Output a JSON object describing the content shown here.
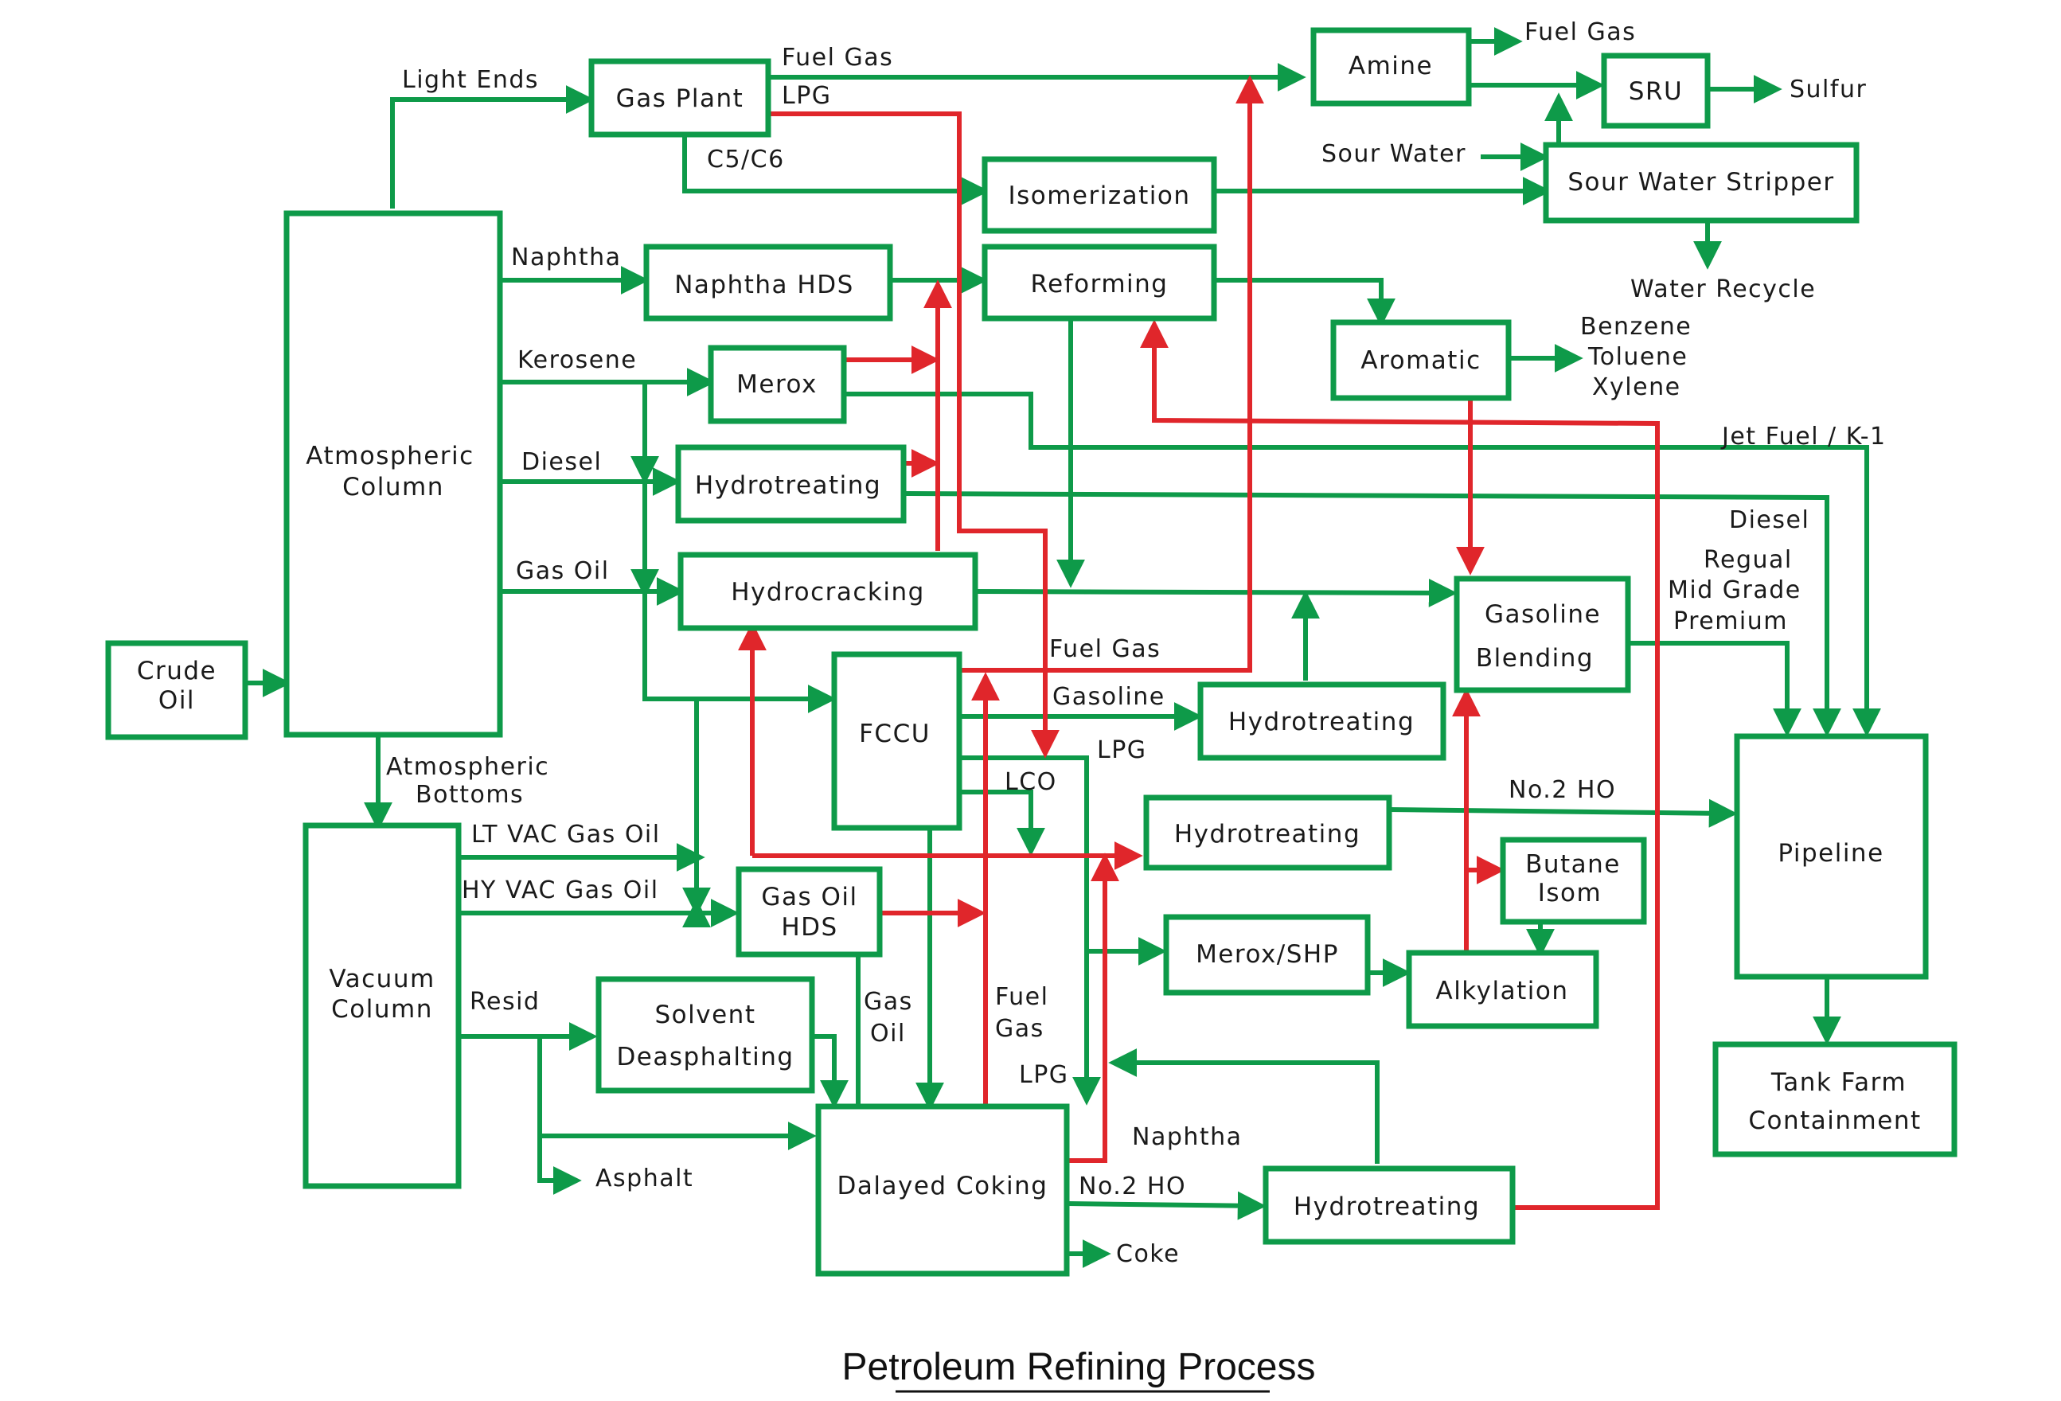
{
  "title": "Petroleum Refining Process",
  "colors": {
    "stream": "#0e9a49",
    "hydrogen": "#e0262b"
  },
  "boxes": {
    "crude_oil": [
      "Crude",
      "Oil"
    ],
    "atmospheric_column": [
      "Atmospheric",
      "Column"
    ],
    "vacuum_column": [
      "Vacuum",
      "Column"
    ],
    "gas_plant": [
      "Gas Plant"
    ],
    "amine": [
      "Amine"
    ],
    "sru": [
      "SRU"
    ],
    "sour_water_stripper": [
      "Sour Water Stripper"
    ],
    "isomerization": [
      "Isomerization"
    ],
    "naphtha_hds": [
      "Naphtha HDS"
    ],
    "reforming": [
      "Reforming"
    ],
    "aromatic": [
      "Aromatic"
    ],
    "merox": [
      "Merox"
    ],
    "hydrotreating_diesel": [
      "Hydrotreating"
    ],
    "hydrocracking": [
      "Hydrocracking"
    ],
    "fccu": [
      "FCCU"
    ],
    "hydrotreating_gasoline": [
      "Hydrotreating"
    ],
    "gasoline_blending": [
      "Gasoline",
      "Blending"
    ],
    "hydrotreating_lco": [
      "Hydrotreating"
    ],
    "gas_oil_hds": [
      "Gas Oil",
      "HDS"
    ],
    "butane_isom": [
      "Butane",
      "Isom"
    ],
    "merox_shp": [
      "Merox/SHP"
    ],
    "alkylation": [
      "Alkylation"
    ],
    "solvent_deasphalting": [
      "Solvent",
      "Deasphalting"
    ],
    "delayed_coking": [
      "Dalayed Coking"
    ],
    "hydrotreating_coker": [
      "Hydrotreating"
    ],
    "pipeline": [
      "Pipeline"
    ],
    "tank_farm": [
      "Tank Farm",
      "Containment"
    ]
  },
  "labels": {
    "light_ends": "Light Ends",
    "fuel_gas_gp": "Fuel Gas",
    "lpg_gp": "LPG",
    "c5c6": "C5/C6",
    "fuel_gas_amine": "Fuel Gas",
    "sulfur": "Sulfur",
    "sour_water": "Sour Water",
    "water_recycle": "Water Recycle",
    "naphtha_atm": "Naphtha",
    "kerosene": "Kerosene",
    "diesel_atm": "Diesel",
    "gas_oil_atm": "Gas Oil",
    "benzene": "Benzene",
    "toluene": "Toluene",
    "xylene": "Xylene",
    "jet_fuel": "Jet Fuel / K-1",
    "diesel_out": "Diesel",
    "regual": "Regual",
    "mid_grade": "Mid Grade",
    "premium": "Premium",
    "atm_bottoms_1": "Atmospheric",
    "atm_bottoms_2": "Bottoms",
    "fuel_gas_fccu": "Fuel Gas",
    "gasoline_fccu": "Gasoline",
    "lpg_fccu": "LPG",
    "lco": "LCO",
    "no2ho_top": "No.2 HO",
    "lt_vac": "LT VAC Gas Oil",
    "hy_vac": "HY VAC Gas Oil",
    "resid": "Resid",
    "gas_oil_coker_1": "Gas",
    "gas_oil_coker_2": "Oil",
    "fuel_gas_coker_1": "Fuel",
    "fuel_gas_coker_2": "Gas",
    "lpg_coker": "LPG",
    "naphtha_coker": "Naphtha",
    "no2ho_coker": "No.2 HO",
    "asphalt": "Asphalt",
    "coke": "Coke"
  }
}
